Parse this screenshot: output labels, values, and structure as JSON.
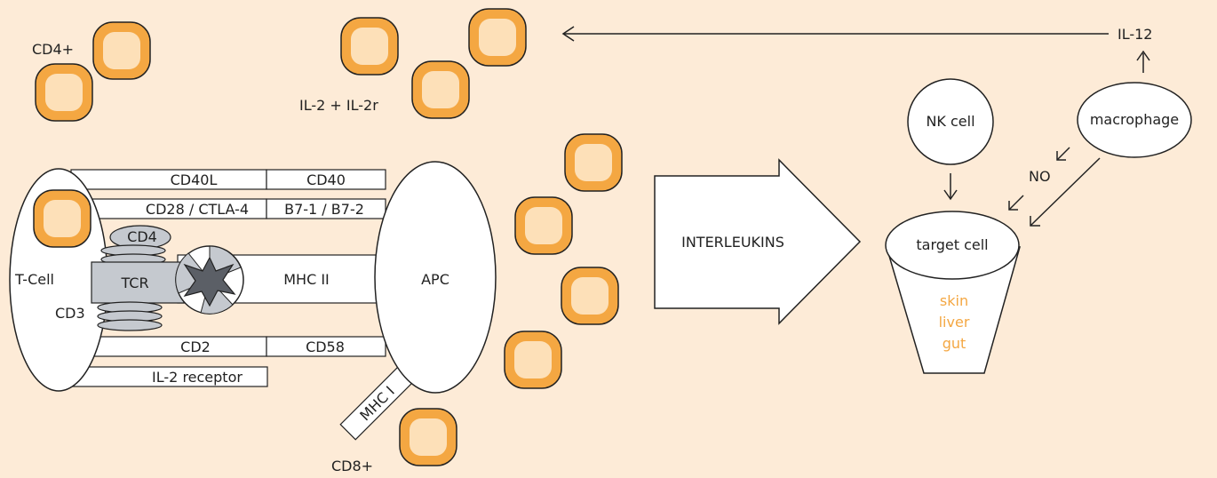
{
  "labels": {
    "cd4_plus": "CD4+",
    "il2_il2r": "IL-2 + IL-2r",
    "il12": "IL-12",
    "nk_cell": "NK cell",
    "macrophage": "macrophage",
    "no": "NO",
    "target_cell": "target cell",
    "tissues": [
      "skin",
      "liver",
      "gut"
    ],
    "interleukins": "INTERLEUKINS",
    "t_cell": "T-Cell",
    "apc": "APC",
    "cd40l": "CD40L",
    "cd40": "CD40",
    "cd28_ctla4": "CD28 / CTLA-4",
    "b7": "B7-1 / B7-2",
    "cd4": "CD4",
    "tcr": "TCR",
    "mhc_ii": "MHC II",
    "cd3": "CD3",
    "cd2": "CD2",
    "cd58": "CD58",
    "il2_receptor": "IL-2 receptor",
    "mhc_i": "MHC I",
    "cd8_plus": "CD8+"
  },
  "colors": {
    "background": "#fdebd7",
    "cell_outer": "#f4a742",
    "cell_inner": "#fde0b8",
    "tissue_text": "#f4a742",
    "receptor_gray": "#c5c9cf"
  }
}
